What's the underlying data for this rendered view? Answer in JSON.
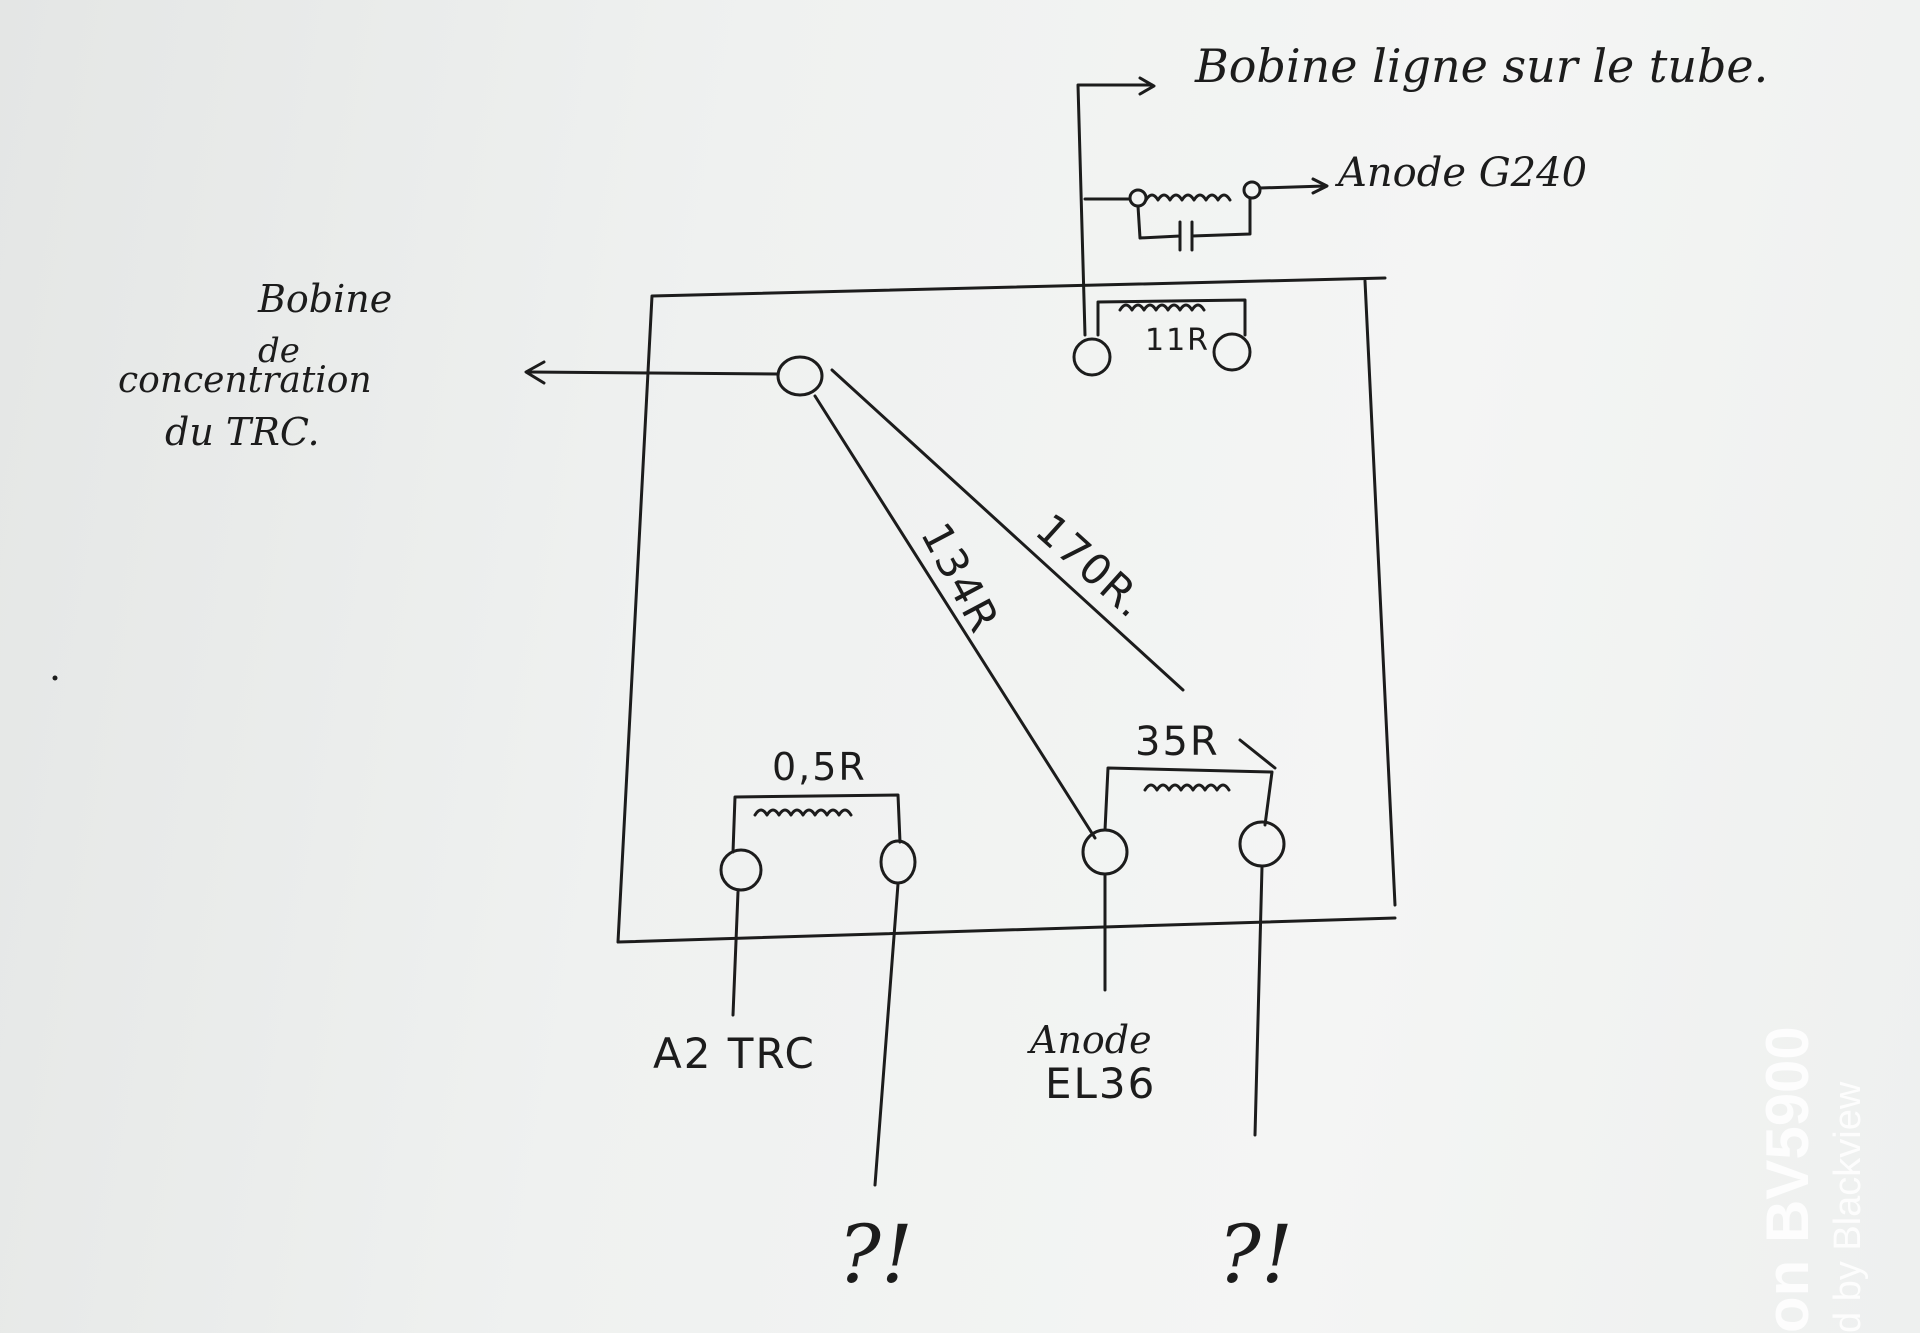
{
  "diagram": {
    "labels": {
      "top_right": "Bobine ligne sur le tube.",
      "anode_g240": "Anode G240",
      "coil_11r": "11R",
      "left_line1": "Bobine",
      "left_line2": "de",
      "left_line3": "concentration",
      "left_line4": "du TRC.",
      "r_134": "134R",
      "r_170": "170R.",
      "r_35": "35R",
      "r_05": "0,5R",
      "a2_trc": "A2 TRC",
      "anode_el36_line1": "Anode",
      "anode_el36_line2": "EL36",
      "unknown_1": "?!",
      "unknown_2": "?!"
    }
  },
  "watermark": {
    "line1": "on BV5900",
    "line2": "d by Blackview"
  }
}
